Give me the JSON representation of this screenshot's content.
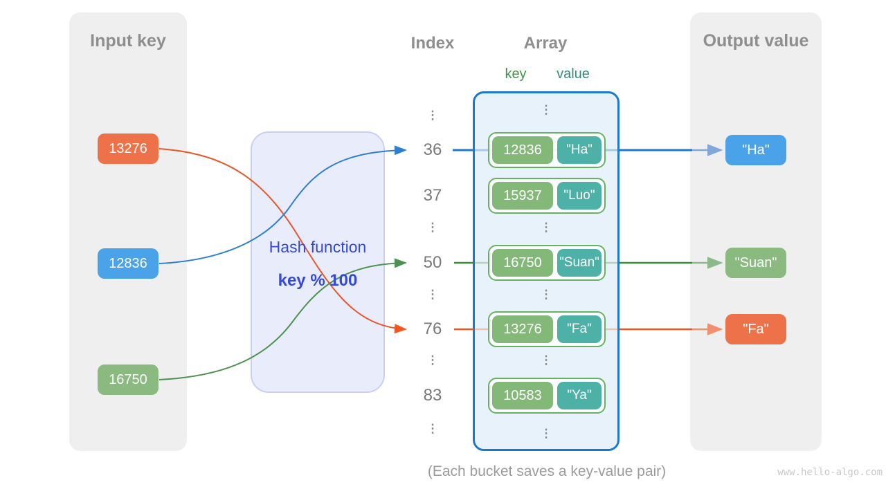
{
  "titles": {
    "input_panel": "Input key",
    "index_col": "Index",
    "array_col": "Array",
    "key_label": "key",
    "value_label": "value",
    "output_panel": "Output value"
  },
  "hash": {
    "title": "Hash function",
    "formula": "key % 100"
  },
  "input_keys": [
    {
      "label": "13276",
      "color": "#ed7249"
    },
    {
      "label": "12836",
      "color": "#4aa3e9"
    },
    {
      "label": "16750",
      "color": "#8aba80"
    }
  ],
  "index_labels": [
    "⋮",
    "36",
    "37",
    "⋮",
    "50",
    "⋮",
    "76",
    "⋮",
    "83",
    "⋮"
  ],
  "array_dots": "⋮",
  "pairs": [
    {
      "key": "12836",
      "value": "\"Ha\""
    },
    {
      "key": "15937",
      "value": "\"Luo\""
    },
    {
      "key": "16750",
      "value": "\"Suan\""
    },
    {
      "key": "13276",
      "value": "\"Fa\""
    },
    {
      "key": "10583",
      "value": "\"Ya\""
    }
  ],
  "outputs": [
    {
      "label": "\"Ha\"",
      "color": "#4aa3e9"
    },
    {
      "label": "\"Suan\"",
      "color": "#8aba80"
    },
    {
      "label": "\"Fa\"",
      "color": "#ed7249"
    }
  ],
  "caption": "(Each bucket saves a key-value pair)",
  "watermark": "www.hello-algo.com",
  "colors": {
    "panel_gray": "#efefef",
    "orange": "#ed7249",
    "blue": "#4aa3e9",
    "green": "#8aba80",
    "pair_key_green": "#83b878",
    "pair_value_teal": "#4db1a8",
    "pair_border_green": "#67b261",
    "array_fill": "#e8f2fa",
    "array_border_blue": "#1b79c8",
    "hash_fill": "#e9edfb",
    "hash_text_blue": "#3448d9",
    "wire_blue": "#2e7fd0",
    "wire_green": "#4d9150",
    "wire_orange": "#e8562b"
  }
}
